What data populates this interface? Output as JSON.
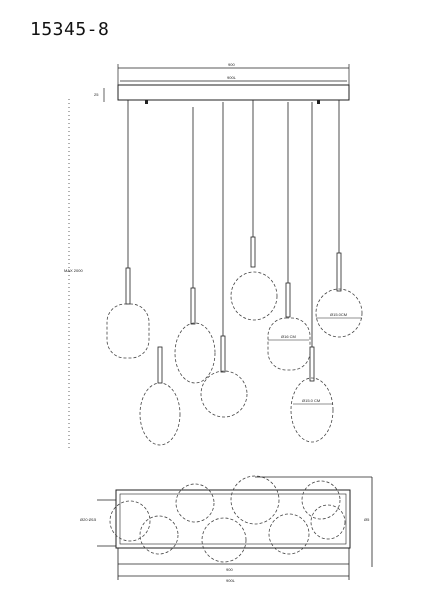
{
  "title": "15345-8",
  "side_view": {
    "top_width_label": "900",
    "canopy_width_label": "900L",
    "canopy_height_label": "25",
    "total_height_label": "MAX 2000",
    "globe_labels": [
      "Ø15.0CM",
      "Ø16 CM",
      "Ø15.0 CM"
    ]
  },
  "top_view": {
    "left_label": "Ø20 Ø15",
    "right_label": "Ø5",
    "bottom_inner_label": "900",
    "bottom_outer_label": "900L"
  }
}
